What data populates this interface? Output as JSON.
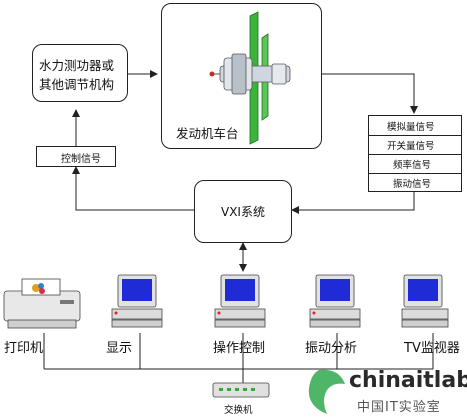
{
  "nodes": {
    "regulator": {
      "line1": "水力测功器或",
      "line2": "其他调节机构"
    },
    "engine_bench": {
      "label": "发动机车台"
    },
    "control_signal": {
      "label": "控制信号"
    },
    "vxi": {
      "label": "VXI系统"
    },
    "signals": [
      "模拟量信号",
      "开关量信号",
      "频率信号",
      "振动信号"
    ]
  },
  "devices": [
    {
      "label": "打印机",
      "icon": "printer-icon"
    },
    {
      "label": "显示",
      "icon": "computer-icon"
    },
    {
      "label": "操作控制",
      "icon": "computer-icon"
    },
    {
      "label": "振动分析",
      "icon": "computer-icon"
    },
    {
      "label": "TV监视器",
      "icon": "computer-icon"
    }
  ],
  "switch": {
    "label": "交换机",
    "icon": "network-switch-icon"
  },
  "watermark": {
    "brand": "chinaitlab",
    "sub": "中国IT实验室"
  },
  "colors": {
    "line": "#222222",
    "flange": "#3cb43c",
    "monitor_screen": "#1e2bd6",
    "logo_green": "#2fa84f"
  }
}
